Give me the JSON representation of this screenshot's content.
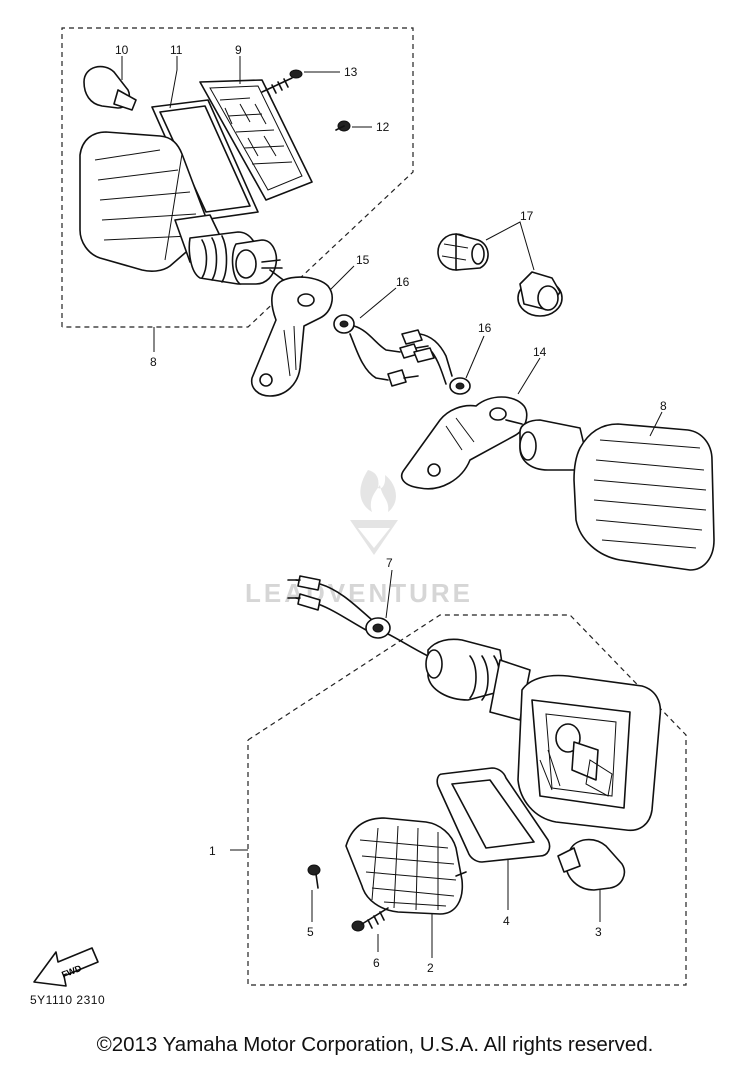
{
  "diagram": {
    "part_labels": {
      "p1": "1",
      "p2": "2",
      "p3": "3",
      "p4": "4",
      "p5": "5",
      "p6": "6",
      "p7": "7",
      "p8a": "8",
      "p8b": "8",
      "p9": "9",
      "p10": "10",
      "p11": "11",
      "p12": "12",
      "p13": "13",
      "p14": "14",
      "p15": "15",
      "p16a": "16",
      "p16b": "16",
      "p17": "17"
    },
    "front_arrow": "FWD",
    "diagram_code": "5Y1110 2310",
    "watermark": "LEADVENTURE"
  },
  "footer": {
    "copyright": "©2013 Yamaha Motor Corporation, U.S.A. All rights reserved."
  }
}
